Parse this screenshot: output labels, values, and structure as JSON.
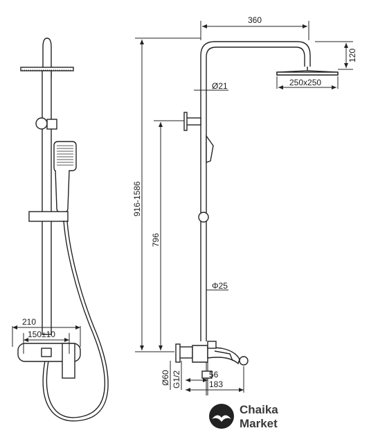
{
  "dimensions": {
    "top_width": "360",
    "arm_drop": "120",
    "head_size": "250x250",
    "upper_pipe_diameter": "Ø21",
    "lower_pipe_diameter": "Φ25",
    "height_range": "916-1586",
    "holder_height": "796",
    "mixer_width": "210",
    "inlet_spacing": "150±10",
    "inlet_diameter": "Ø60",
    "thread": "G1/2",
    "spout_depth": "56",
    "total_depth": "183"
  },
  "brand": {
    "line1": "Chaika",
    "line2": "Market"
  }
}
